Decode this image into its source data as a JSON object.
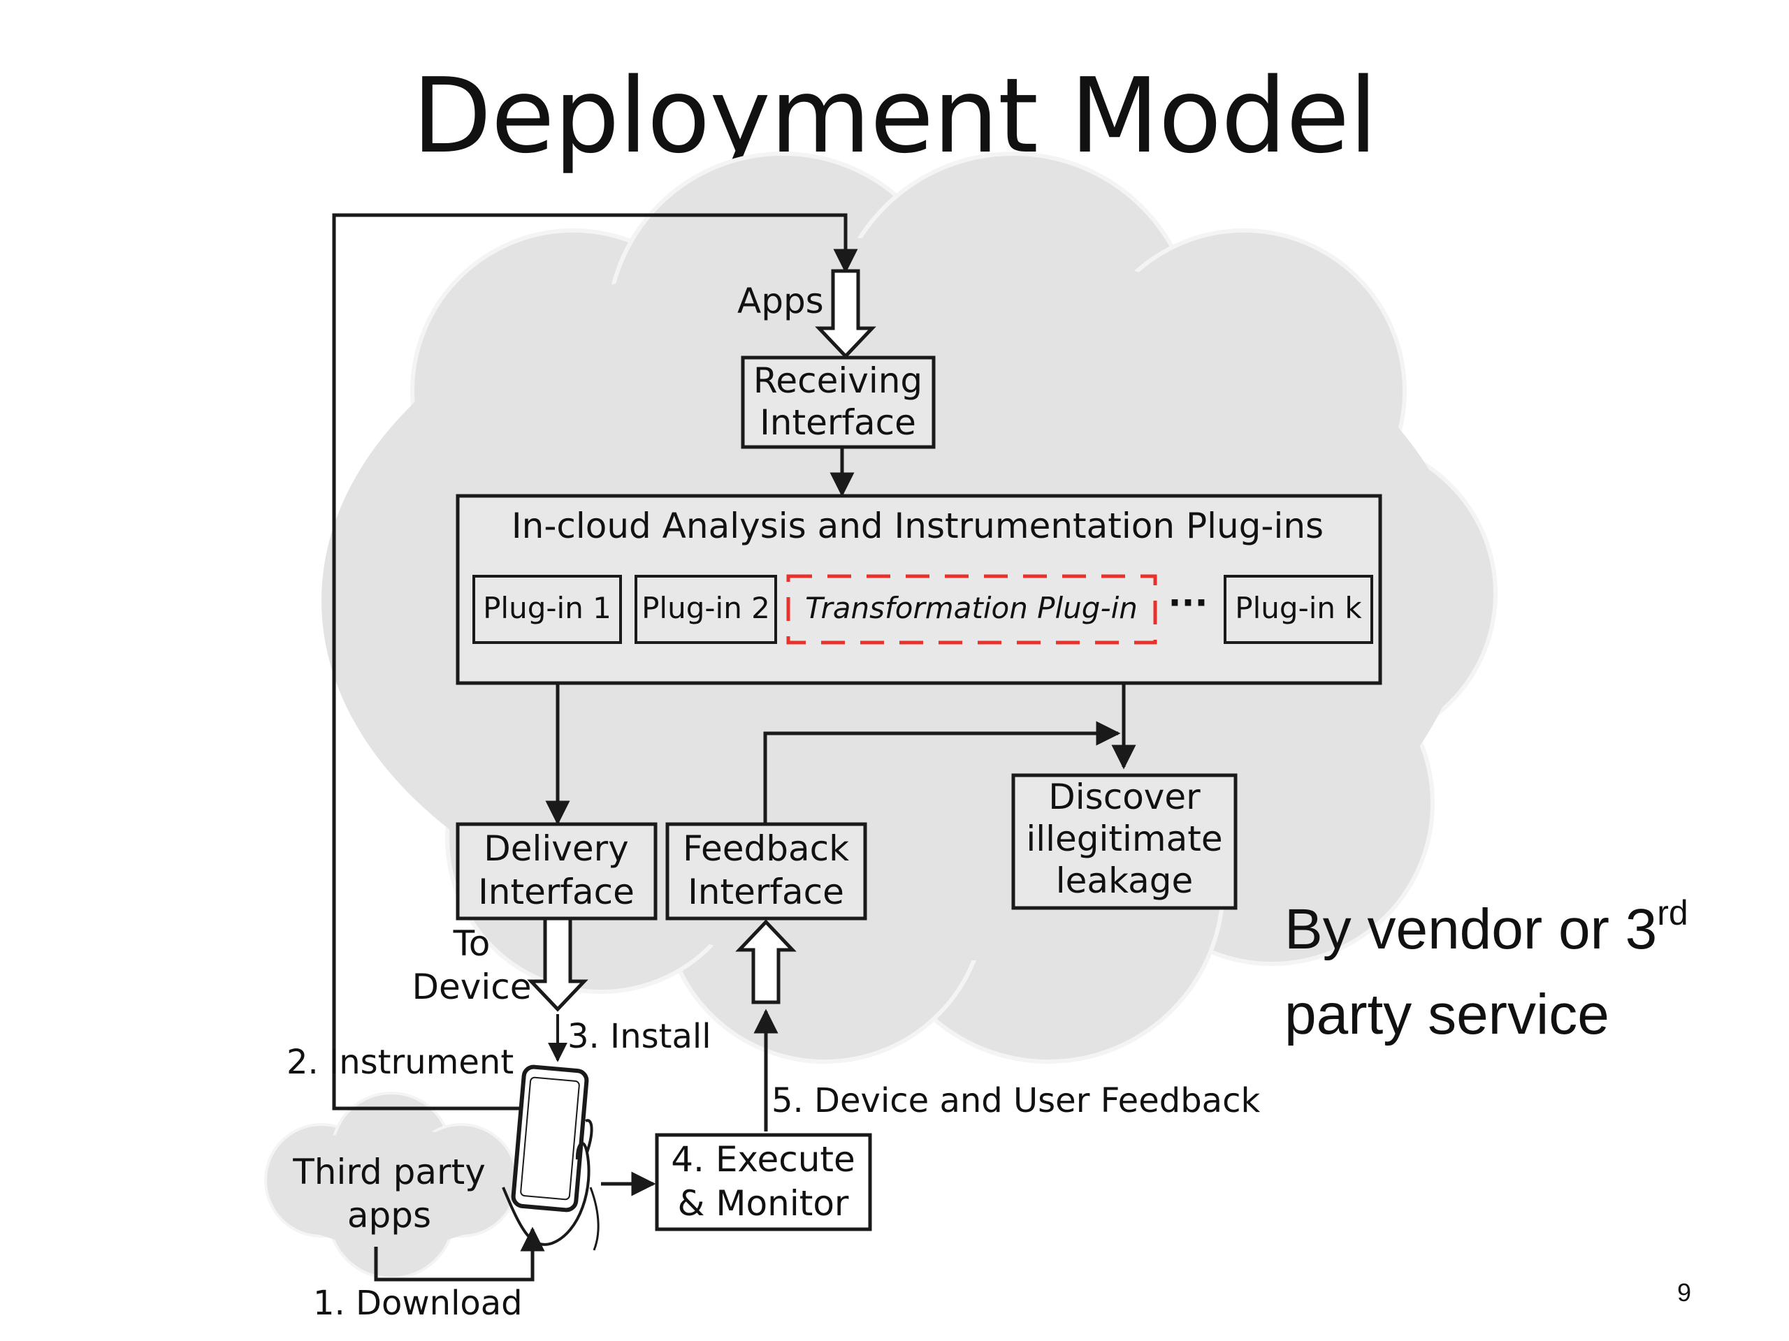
{
  "slide": {
    "title": "Deployment Model",
    "page_number": "9"
  },
  "diagram": {
    "apps_label": "Apps",
    "receiving_interface": [
      "Receiving",
      "Interface"
    ],
    "analysis_box_title": "In-cloud Analysis and Instrumentation Plug-ins",
    "plugins": {
      "plugin_1": "Plug-in 1",
      "plugin_2": "Plug-in 2",
      "transformation": "Transformation Plug-in",
      "ellipsis": "···",
      "plugin_k": "Plug-in k"
    },
    "delivery_interface": [
      "Delivery",
      "Interface"
    ],
    "feedback_interface": [
      "Feedback",
      "Interface"
    ],
    "discover_leakage": [
      "Discover",
      "illegitimate",
      "leakage"
    ],
    "to_device": [
      "To",
      "Device"
    ],
    "third_party_apps": [
      "Third party",
      "apps"
    ],
    "execute_monitor": [
      "4. Execute",
      "& Monitor"
    ],
    "steps": {
      "download": "1. Download",
      "instrument": "2. Instrument",
      "install": "3. Install",
      "feedback": "5. Device and User Feedback"
    }
  },
  "side_note": {
    "line1": "By vendor or 3",
    "sup": "rd",
    "line2": "party service"
  },
  "colors": {
    "cloud": "#e3e3e3",
    "cloud_outline": "#f2f2f2",
    "stroke": "#1a1a1a",
    "transformation_border": "#e8312a"
  }
}
